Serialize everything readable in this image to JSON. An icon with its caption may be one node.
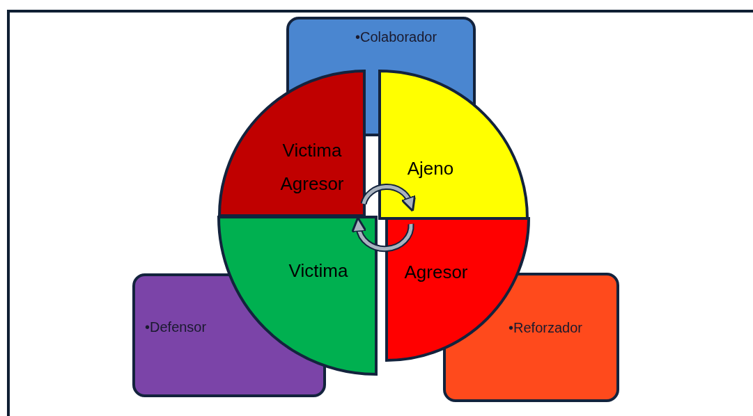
{
  "diagram": {
    "nodes": [
      {
        "text": [
          "•Colaborador"
        ]
      },
      {
        "text": [
          "Victima Agresor"
        ]
      },
      {
        "text": [
          "Ajeno"
        ]
      },
      {
        "text": [
          "Victima"
        ]
      },
      {
        "text": [
          "Agresor"
        ]
      },
      {
        "text": [
          "•Defensor"
        ]
      },
      {
        "text": [
          "•Reforzador"
        ]
      }
    ],
    "edges": [
      {
        "from": 1,
        "to": 2,
        "arrow": "to"
      },
      {
        "from": 4,
        "to": 3,
        "arrow": "to"
      }
    ]
  }
}
